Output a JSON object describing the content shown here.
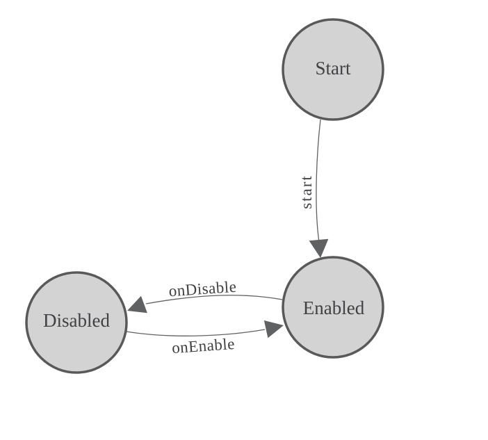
{
  "diagram": {
    "kind": "state-machine",
    "colors": {
      "background": "#ffffff",
      "node_fill": "#d3d3d3",
      "node_stroke": "#58595b",
      "edge": "#606163",
      "text": "#404145"
    },
    "states": [
      {
        "id": "start",
        "label": "Start"
      },
      {
        "id": "enabled",
        "label": "Enabled"
      },
      {
        "id": "disabled",
        "label": "Disabled"
      }
    ],
    "transitions": [
      {
        "from": "Start",
        "to": "Enabled",
        "label": "start"
      },
      {
        "from": "Enabled",
        "to": "Disabled",
        "label": "onDisable"
      },
      {
        "from": "Disabled",
        "to": "Enabled",
        "label": "onEnable"
      }
    ]
  }
}
